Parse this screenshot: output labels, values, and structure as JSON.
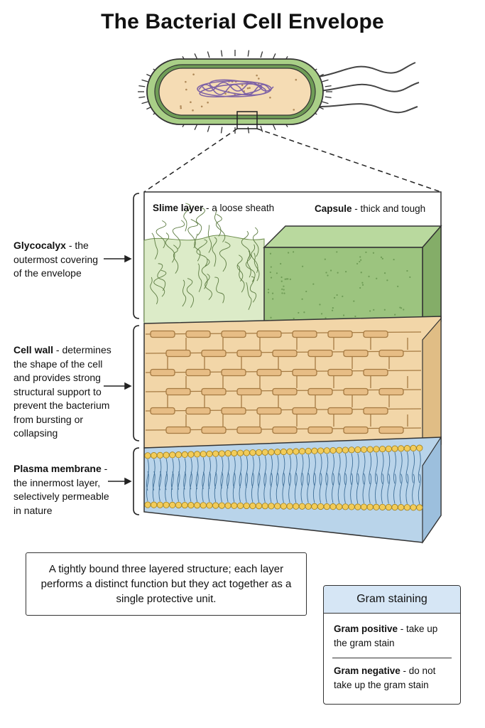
{
  "title": "The Bacterial Cell Envelope",
  "layers": {
    "glycocalyx": {
      "name": "Glycocalyx",
      "desc_lines": [
        " - the",
        "outermost covering",
        "of the envelope"
      ]
    },
    "cell_wall": {
      "name": "Cell wall",
      "desc_lines": [
        " - determines",
        "the shape of the cell",
        "and provides strong",
        "structural support to",
        "prevent the bacterium",
        "from bursting or",
        "collapsing"
      ]
    },
    "plasma_membrane": {
      "name": "Plasma membrane",
      "desc_lines": [
        " -",
        "the innermost layer,",
        "selectively permeable",
        "in nature"
      ]
    }
  },
  "sublayers": {
    "slime": {
      "name": "Slime layer",
      "desc": " - a loose sheath"
    },
    "capsule": {
      "name": "Capsule",
      "desc": " - thick and tough"
    }
  },
  "summary": "A tightly bound three layered structure; each layer performs a distinct function but they act together as a single protective unit.",
  "gram_staining": {
    "title": "Gram staining",
    "positive": {
      "name": "Gram positive",
      "desc": " - take up the gram stain"
    },
    "negative": {
      "name": "Gram negative",
      "desc": " - do not take up the gram stain"
    }
  },
  "colors": {
    "slime": "#dcebc8",
    "capsule": "#9cc47f",
    "cell_wall": "#f2d6a8",
    "membrane": "#b9d4ea",
    "phospholipid_head": "#f2cc5a",
    "gram_header": "#d6e6f5"
  }
}
